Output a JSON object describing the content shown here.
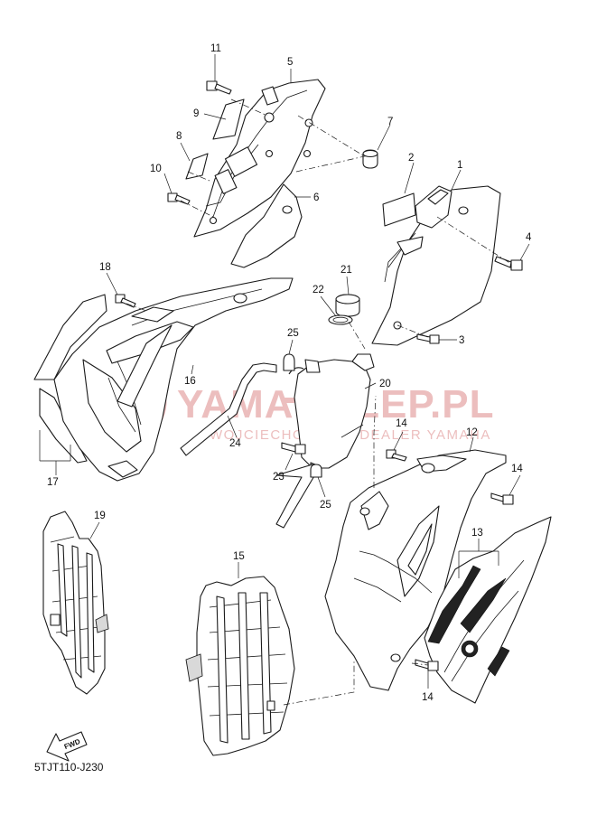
{
  "diagram_code": "5TJT110-J230",
  "fwd_label": "FWD",
  "watermark": {
    "title_part1": "YAMA",
    "title_part2": "SKLEP.PL",
    "subtitle": "WOJCIECHOWICZ | DEALER YAMAHA",
    "color": "#e6a9a9"
  },
  "callouts": {
    "c1": "1",
    "c2": "2",
    "c3": "3",
    "c4": "4",
    "c5": "5",
    "c6": "6",
    "c7": "7",
    "c8": "8",
    "c9": "9",
    "c10": "10",
    "c11": "11",
    "c12": "12",
    "c13": "13",
    "c14a": "14",
    "c14b": "14",
    "c14c": "14",
    "c15": "15",
    "c16": "16",
    "c17": "17",
    "c18": "18",
    "c19": "19",
    "c20": "20",
    "c21": "21",
    "c22": "22",
    "c23": "23",
    "c24": "24",
    "c25a": "25",
    "c25b": "25"
  }
}
